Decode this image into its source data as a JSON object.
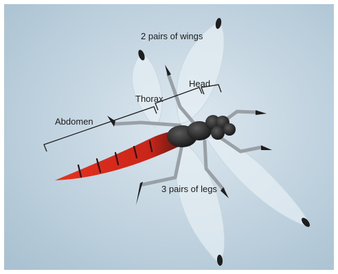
{
  "labels": {
    "wings": "2 pairs of wings",
    "head": "Head",
    "thorax": "Thorax",
    "abdomen": "Abdomen",
    "legs": "3 pairs of legs"
  },
  "colors": {
    "background_top": "#d4e1eb",
    "background_bottom": "#a9c1d1",
    "abdomen": "#d42515",
    "body": "#262626",
    "wing_fill": "#e6eef4",
    "leg": "#9aa1a6"
  }
}
